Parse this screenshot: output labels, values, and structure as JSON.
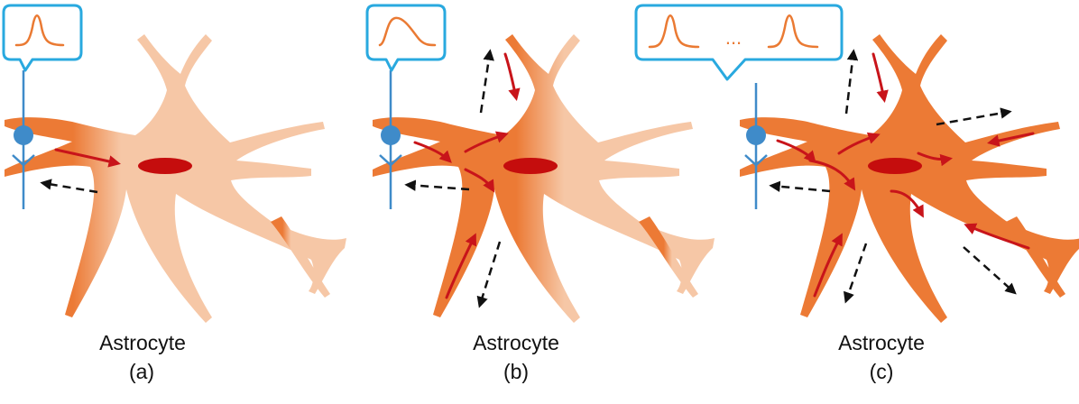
{
  "colors": {
    "astro_light": "#f6c7a6",
    "astro_dark": "#ec7a35",
    "nucleus": "#c50d0d",
    "red_arrow": "#c8141a",
    "neuron": "#3f8bc9",
    "bubble_stroke": "#29a9df",
    "spike": "#ea7a33",
    "dashed_arrow": "#111111"
  },
  "panels": [
    {
      "label": "Astrocyte",
      "caption": "(a)",
      "activation": "low",
      "input_spikes": "single-spike"
    },
    {
      "label": "Astrocyte",
      "caption": "(b)",
      "activation": "partial",
      "input_spikes": "single-broad-spike"
    },
    {
      "label": "Astrocyte",
      "caption": "(c)",
      "activation": "full",
      "input_spikes": "spike-train",
      "ellipsis": "..."
    }
  ]
}
